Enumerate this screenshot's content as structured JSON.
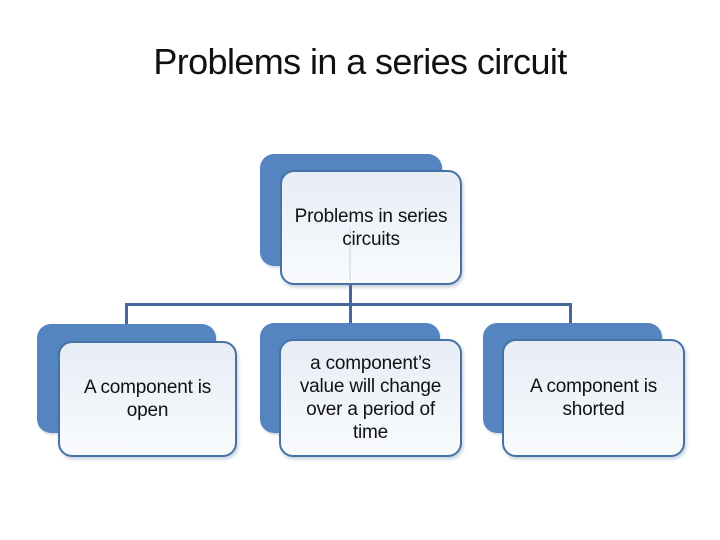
{
  "slide": {
    "title": "Problems in a series circuit"
  },
  "diagram": {
    "type": "hierarchy",
    "root": {
      "text": "Problems in series\ncircuits"
    },
    "children": [
      {
        "text": "A component is\nopen"
      },
      {
        "text": "a component’s\nvalue will change\nover a period of\ntime"
      },
      {
        "text": "A component is\nshorted"
      }
    ],
    "colors": {
      "slide_bg": "#ffffff",
      "back_fill": "#5585c0",
      "front_border": "#4573a5",
      "front_fill_top": "#e7edf6",
      "front_fill_bottom": "#f9fbfd",
      "connector": "#44689b",
      "text": "#111111"
    }
  }
}
